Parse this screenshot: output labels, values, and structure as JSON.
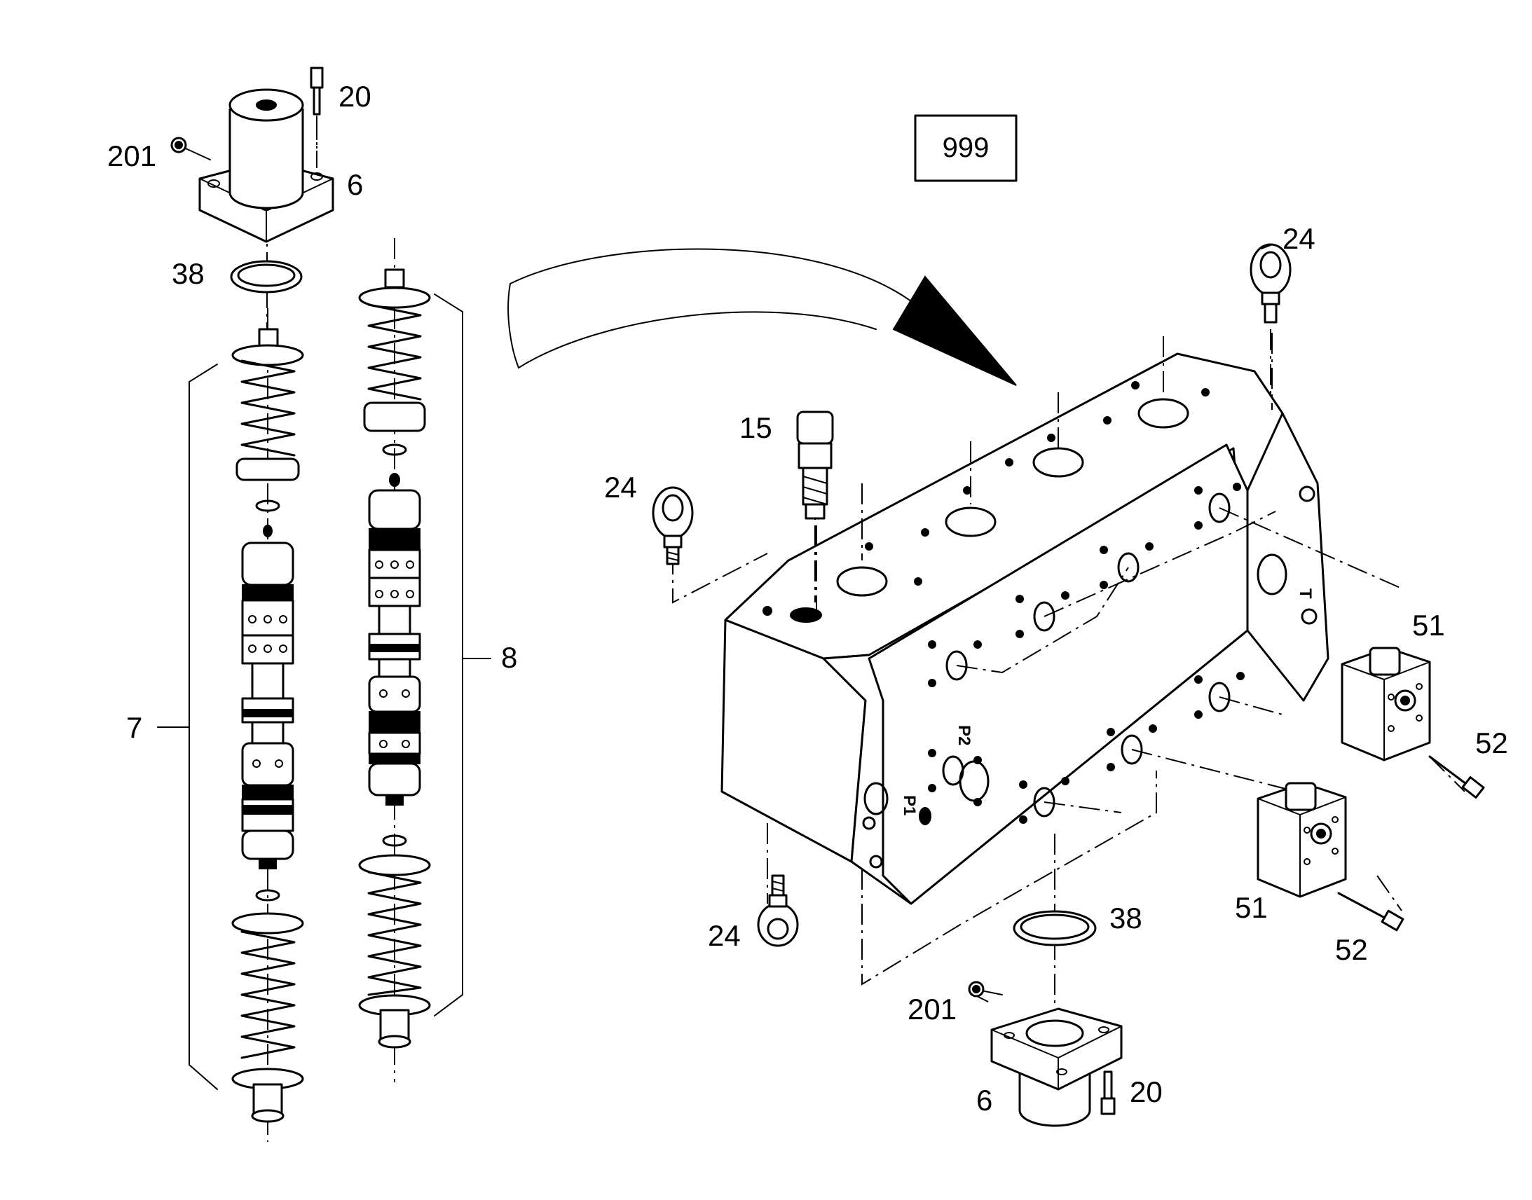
{
  "diagram_id": "999",
  "callouts": {
    "c201_top": "201",
    "c20_top": "20",
    "c6_top": "6",
    "c38_top": "38",
    "c7": "7",
    "c8": "8",
    "c15": "15",
    "c24_left": "24",
    "c24_top": "24",
    "c24_bottom": "24",
    "c51_upper": "51",
    "c52_upper": "52",
    "c51_lower": "51",
    "c52_lower": "52",
    "c38_bottom": "38",
    "c201_bottom": "201",
    "c20_bottom": "20",
    "c6_bottom": "6"
  },
  "ports": {
    "p1": "P1",
    "p2": "P2",
    "t": "T"
  }
}
